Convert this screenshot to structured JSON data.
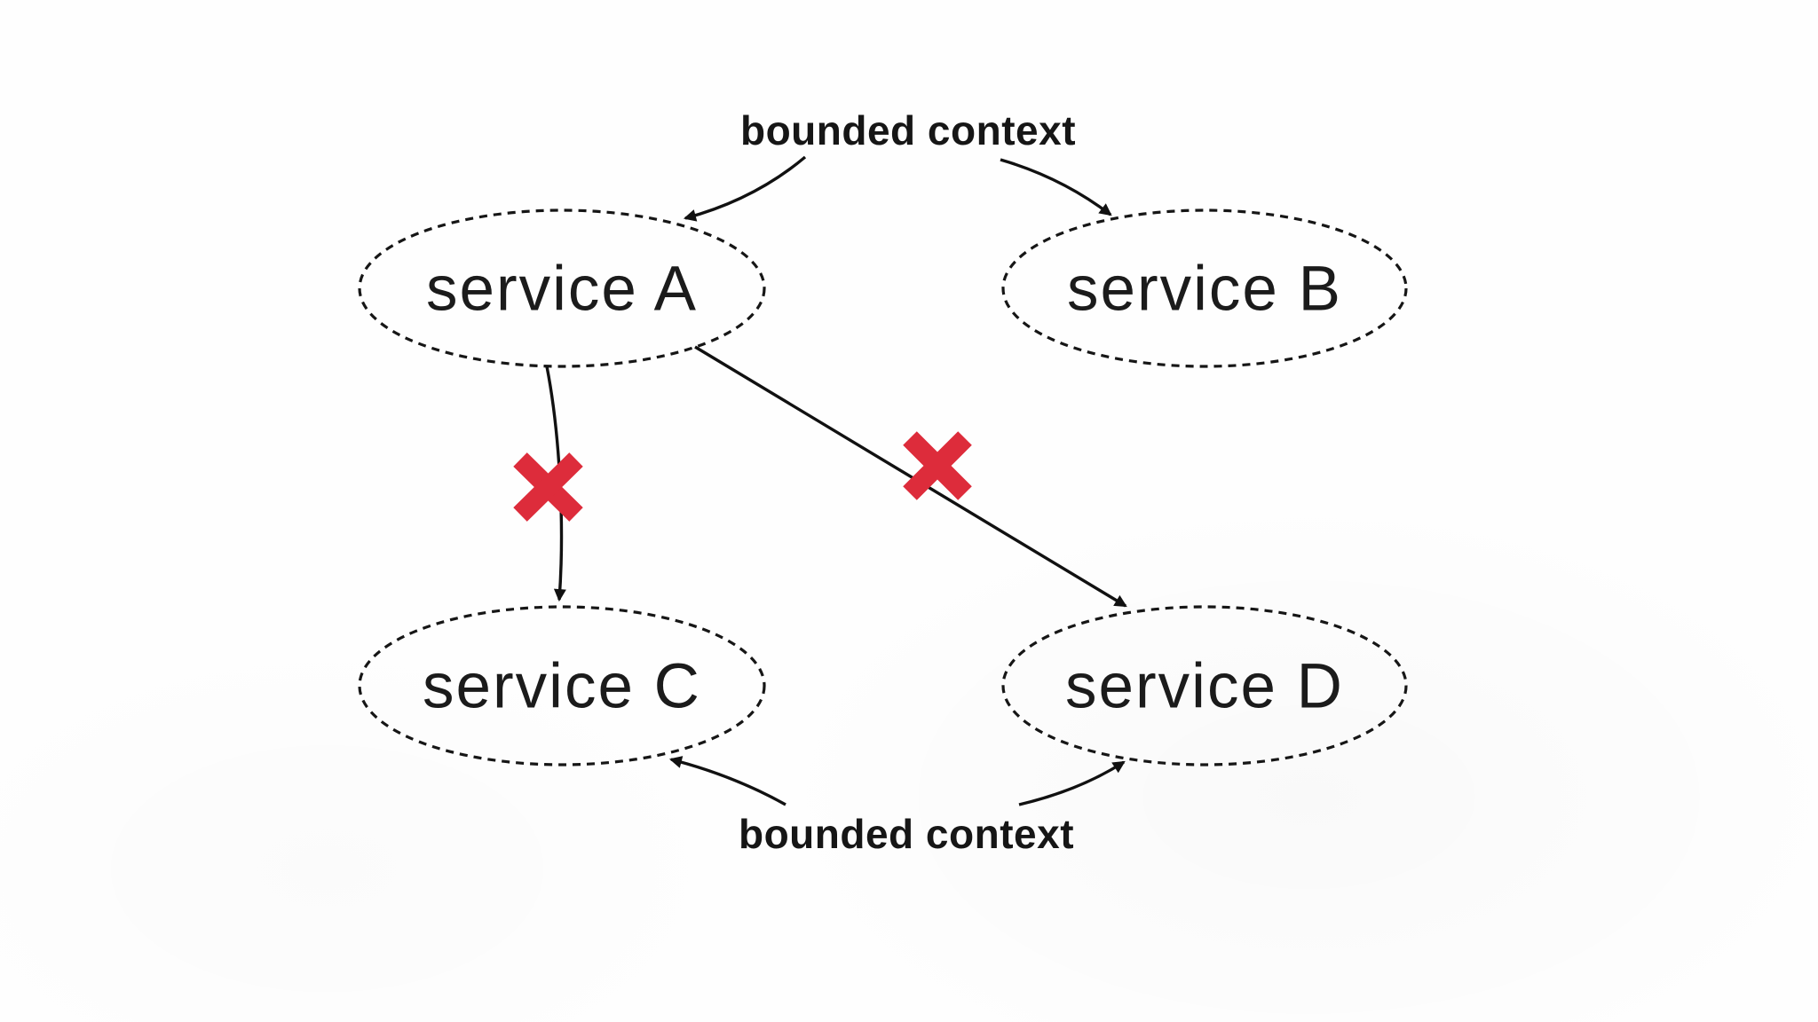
{
  "diagram": {
    "type": "microservices-bounded-context-diagram",
    "background_color": "#fefefe",
    "ink_color": "#161616",
    "accent_red": "#dd2c3b",
    "labels": {
      "top": "bounded context",
      "bottom": "bounded context"
    },
    "nodes": {
      "a": {
        "label": "service A"
      },
      "b": {
        "label": "service B"
      },
      "c": {
        "label": "service C"
      },
      "d": {
        "label": "service D"
      }
    },
    "edges": [
      {
        "from": "bounded context (top label)",
        "to": "service A",
        "style": "pointer-arrow"
      },
      {
        "from": "bounded context (top label)",
        "to": "service B",
        "style": "pointer-arrow"
      },
      {
        "from": "service A",
        "to": "service C",
        "style": "call-arrow",
        "blocked": true
      },
      {
        "from": "service A",
        "to": "service D",
        "style": "call-arrow",
        "blocked": true
      },
      {
        "from": "bounded context (bottom label)",
        "to": "service C",
        "style": "pointer-arrow"
      },
      {
        "from": "bounded context (bottom label)",
        "to": "service D",
        "style": "pointer-arrow"
      }
    ]
  }
}
